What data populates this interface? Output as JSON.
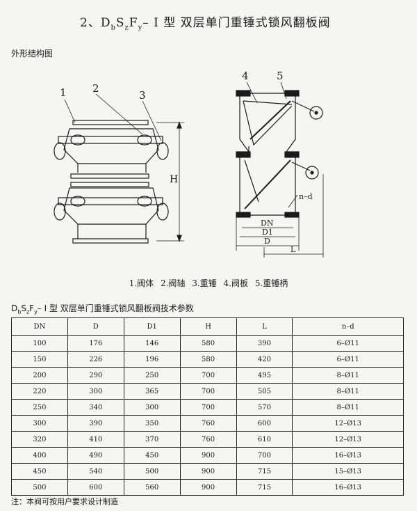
{
  "title": {
    "prefix": "2、D",
    "sub1": "b",
    "s_char": "S",
    "sub2": "z",
    "f_char": "F",
    "sub3": "y",
    "rest": "– I  型  双层单门重锤式锁风翻板阀"
  },
  "section_label": "外形结构图",
  "diagram": {
    "left_callouts": [
      "1",
      "2",
      "3"
    ],
    "right_callouts": [
      "4",
      "5"
    ],
    "height_label": "H",
    "dim_dn": "DN",
    "dim_d1": "D1",
    "dim_d": "D",
    "dim_l": "L",
    "dim_nd": "n–d"
  },
  "caption_parts": [
    "1.阀体",
    "2.阀轴",
    "3.重锤",
    "4.阀板",
    "5.重锤柄"
  ],
  "table_title": {
    "prefix": "D",
    "sub1": "b",
    "s_char": "S",
    "sub2": "z",
    "f_char": "F",
    "sub3": "y",
    "rest": "– I  型  双层单门重锤式锁风翻板阀技术参数"
  },
  "table": {
    "headers": [
      "DN",
      "D",
      "D1",
      "H",
      "L",
      "n–d"
    ],
    "rows": [
      [
        "100",
        "176",
        "146",
        "580",
        "390",
        "6–Ø11"
      ],
      [
        "150",
        "226",
        "196",
        "580",
        "420",
        "6–Ø11"
      ],
      [
        "200",
        "290",
        "250",
        "700",
        "495",
        "8–Ø11"
      ],
      [
        "220",
        "300",
        "365",
        "700",
        "505",
        "8–Ø11"
      ],
      [
        "250",
        "340",
        "300",
        "700",
        "570",
        "8–Ø11"
      ],
      [
        "300",
        "390",
        "350",
        "760",
        "600",
        "12–Ø13"
      ],
      [
        "320",
        "410",
        "370",
        "760",
        "610",
        "12–Ø13"
      ],
      [
        "400",
        "490",
        "450",
        "900",
        "700",
        "16–Ø13"
      ],
      [
        "450",
        "540",
        "500",
        "900",
        "715",
        "15–Ø13"
      ],
      [
        "500",
        "600",
        "560",
        "900",
        "715",
        "16–Ø13"
      ]
    ]
  },
  "note": "注：本阀可按用户要求设计制造"
}
